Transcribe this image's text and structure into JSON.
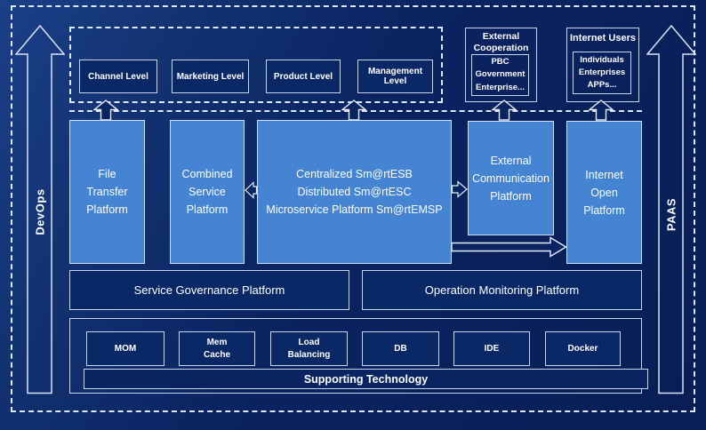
{
  "rails": {
    "devops": "DevOps",
    "paas": "PAAS"
  },
  "top_zone": {
    "levels": [
      {
        "label": "Channel Level"
      },
      {
        "label": "Marketing Level"
      },
      {
        "label": "Product Level"
      },
      {
        "label": "Management Level"
      }
    ],
    "external_cooperation": {
      "title": "External\nCooperation",
      "member": "PBC Government\nEnterprise..."
    },
    "internet_users": {
      "title": "Internet Users",
      "member": "Individuals\nEnterprises\nAPPs..."
    }
  },
  "platforms": [
    {
      "label": "File\nTransfer\nPlatform"
    },
    {
      "label": "Combined\nService\nPlatform"
    },
    {
      "label": "Centralized Sm@rtESB\nDistributed Sm@rtESC\nMicroservice Platform Sm@rtEMSP"
    },
    {
      "label": "External\nCommunication\nPlatform"
    },
    {
      "label": "Internet\nOpen\nPlatform"
    }
  ],
  "governance_row": [
    {
      "label": "Service Governance Platform"
    },
    {
      "label": "Operation Monitoring Platform"
    }
  ],
  "supporting": {
    "technologies": [
      {
        "label": "MOM"
      },
      {
        "label": "Mem\nCache"
      },
      {
        "label": "Load\nBalancing"
      },
      {
        "label": "DB"
      },
      {
        "label": "IDE"
      },
      {
        "label": "Docker"
      }
    ],
    "bar_label": "Supporting Technology"
  },
  "colors": {
    "background": "#0a2260",
    "dark_box_fill": "#0a2766",
    "light_box_fill": "#4484d2",
    "box_border": "#c9d7ee",
    "dashed_border": "#dde8f6",
    "text": "#ffffff"
  }
}
